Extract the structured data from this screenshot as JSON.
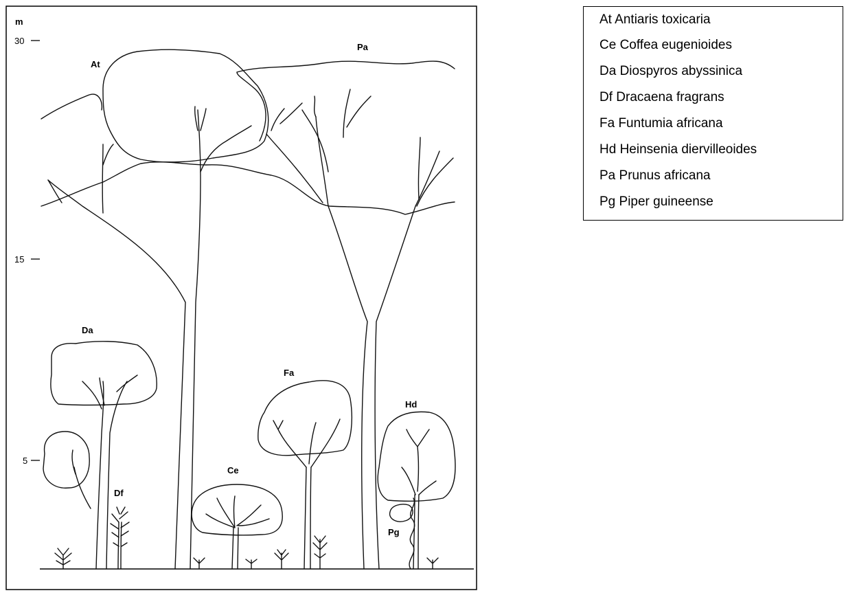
{
  "diagram": {
    "axis": {
      "unit": "m",
      "ticks": [
        "30",
        "15",
        "5"
      ]
    },
    "tree_labels": {
      "At": "At",
      "Pa": "Pa",
      "Da": "Da",
      "Fa": "Fa",
      "Hd": "Hd",
      "Ce": "Ce",
      "Df": "Df",
      "Pg": "Pg"
    }
  },
  "legend": {
    "items": [
      "At Antiaris toxicaria",
      "Ce Coffea eugenioides",
      "Da Diospyros abyssinica",
      "Df Dracaena fragrans",
      "Fa Funtumia africana",
      "Hd Heinsenia diervilleoides",
      "Pa Prunus africana",
      "Pg Piper guineense"
    ]
  }
}
